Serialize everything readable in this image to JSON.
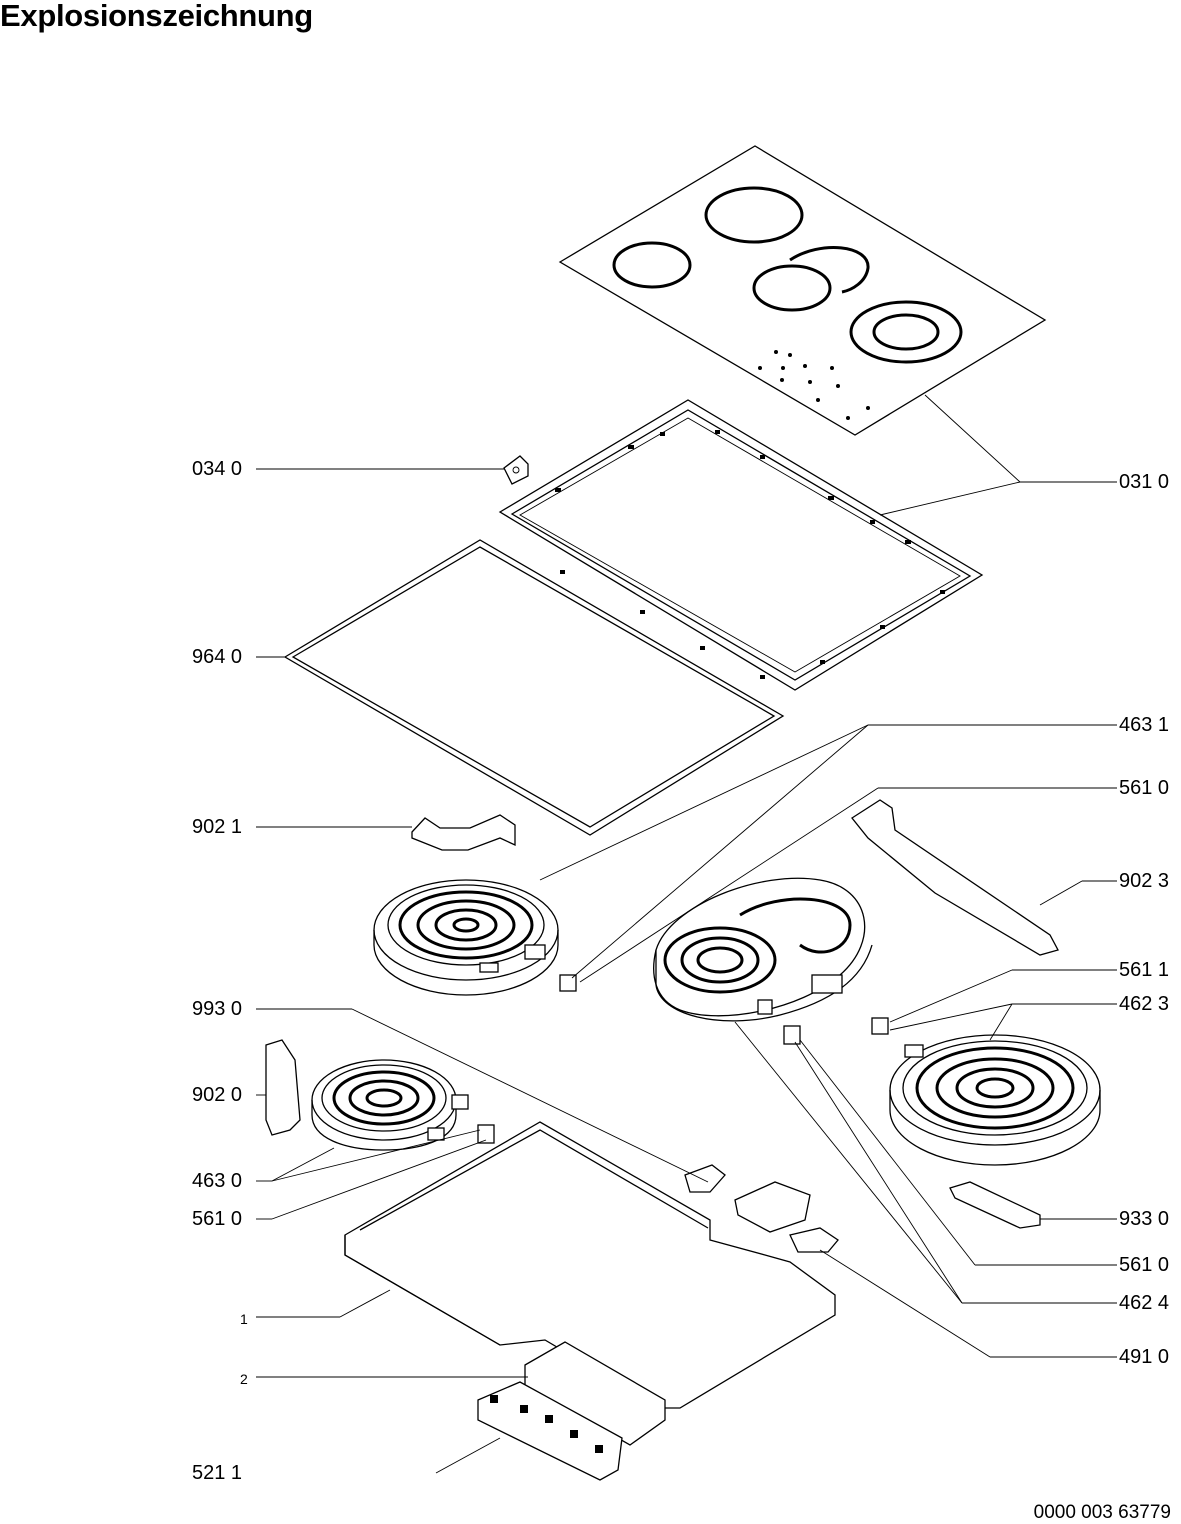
{
  "title": "Explosionszeichnung",
  "document_number": "0000 003 63779",
  "labels": {
    "l034_0": "034 0",
    "l031_0": "031 0",
    "l964_0": "964 0",
    "l463_1": "463 1",
    "l561_0_a": "561 0",
    "l902_1": "902 1",
    "l902_3": "902 3",
    "l561_1": "561 1",
    "l462_3": "462 3",
    "l993_0": "993 0",
    "l902_0": "902 0",
    "l463_0": "463 0",
    "l561_0_b": "561 0",
    "l933_0": "933 0",
    "l561_0_c": "561 0",
    "l462_4": "462 4",
    "l491_0": "491 0",
    "l1": "1",
    "l2": "2",
    "l521_1": "521 1"
  }
}
